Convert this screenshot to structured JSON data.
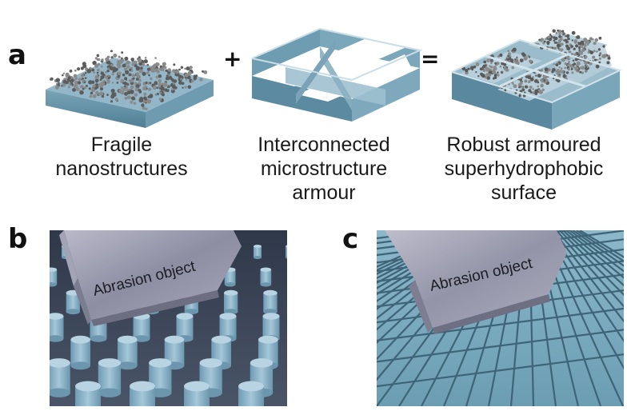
{
  "panel_a": {
    "letter": "a",
    "plus_sign": "+",
    "equals_sign": "=",
    "caption_left": [
      "Fragile",
      "nanostructures"
    ],
    "caption_middle": [
      "Interconnected",
      "microstructure",
      "armour"
    ],
    "caption_right": [
      "Robust armoured",
      "superhydrophobic",
      "surface"
    ]
  },
  "panel_b": {
    "letter": "b",
    "object_label": "Abrasion object"
  },
  "panel_c": {
    "letter": "c",
    "object_label": "Abrasion object"
  },
  "colors": {
    "slab_top": "#8fb3c4",
    "slab_side": "#5e8ea4",
    "nano_grey": "#8c8c8c",
    "pillar": "#8fb6cc",
    "dark_floor": "#3b4558",
    "abrasion_metal": "#9a9aae"
  }
}
